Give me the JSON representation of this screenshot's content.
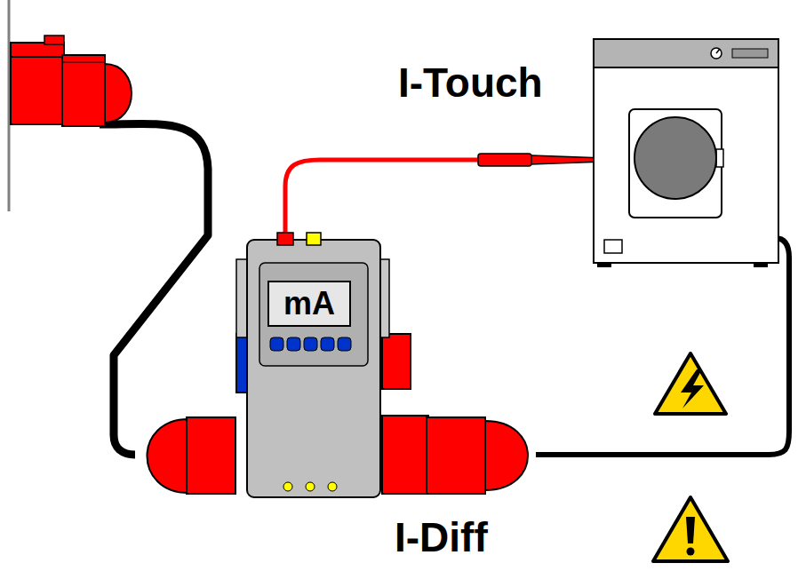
{
  "diagram": {
    "nodes": [
      {
        "text": [
          "mA"
        ]
      }
    ],
    "labels": [
      "I-Touch",
      "I-Diff"
    ]
  }
}
